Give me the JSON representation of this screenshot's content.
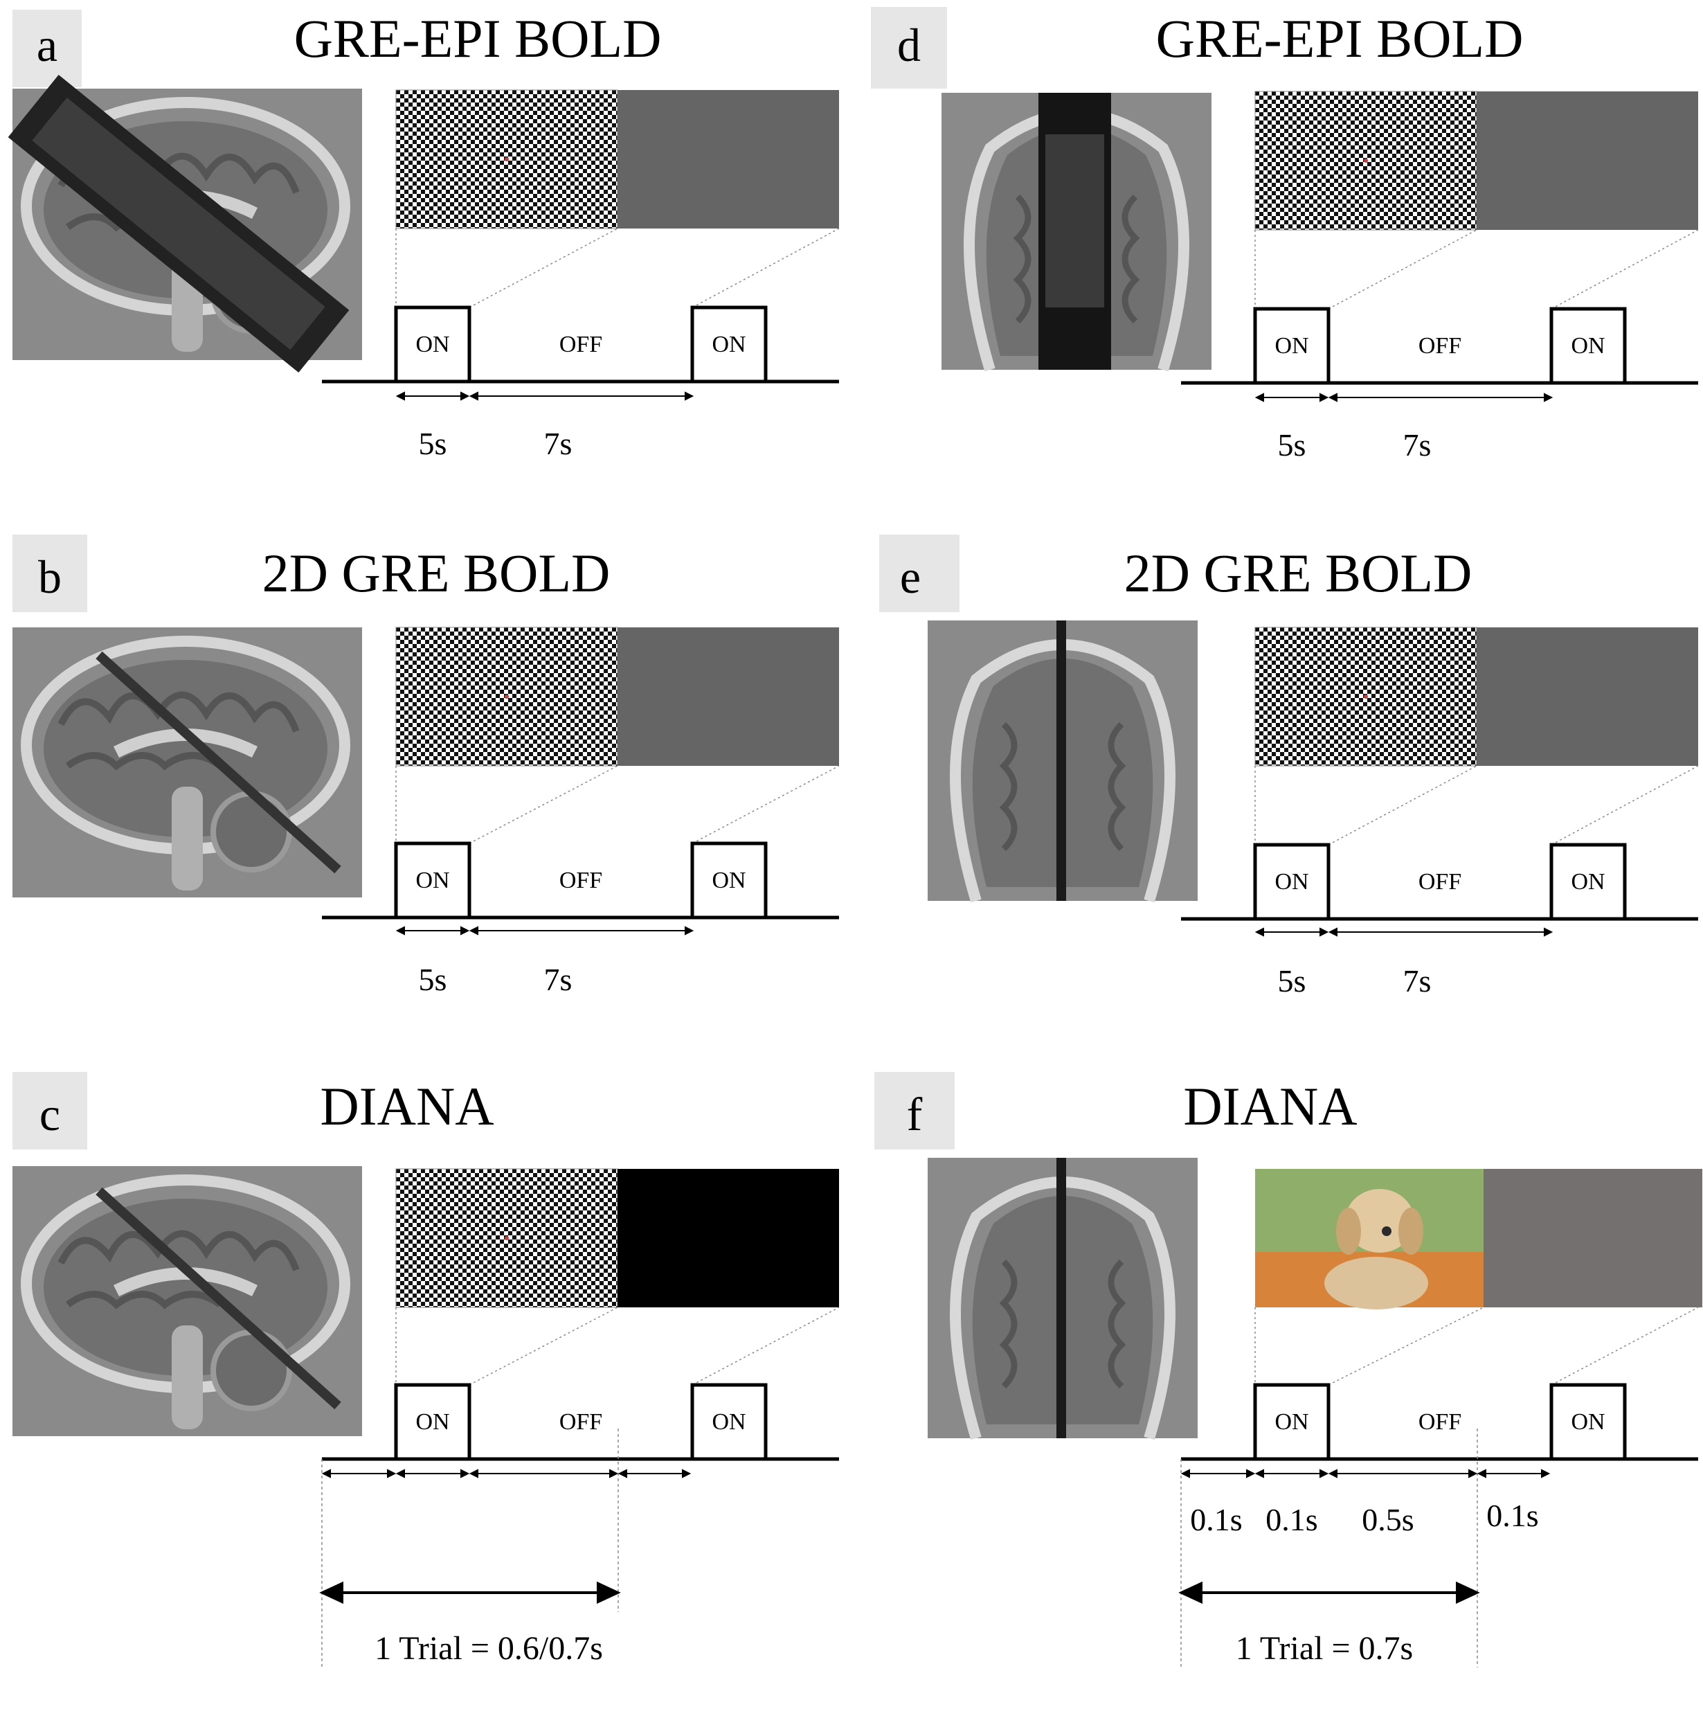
{
  "panels": [
    {
      "id": "a",
      "letter": "a",
      "title": "GRE-EPI BOLD",
      "view": "sagittal",
      "coverage": "wide-slab",
      "stimulus": "checkerboard",
      "off_screen": "gray",
      "colors": {
        "off_screen": "#656565"
      },
      "blocks": [
        "ON",
        "OFF",
        "ON"
      ],
      "timing_type": "block",
      "durations": [
        "5s",
        "7s"
      ]
    },
    {
      "id": "b",
      "letter": "b",
      "title": "2D GRE BOLD",
      "view": "sagittal",
      "coverage": "thin-line",
      "stimulus": "checkerboard",
      "off_screen": "gray",
      "colors": {
        "off_screen": "#656565"
      },
      "blocks": [
        "ON",
        "OFF",
        "ON"
      ],
      "timing_type": "block",
      "durations": [
        "5s",
        "7s"
      ]
    },
    {
      "id": "c",
      "letter": "c",
      "title": "DIANA",
      "view": "sagittal",
      "coverage": "thin-line",
      "stimulus": "checkerboard",
      "off_screen": "black",
      "colors": {
        "off_screen": "#000000"
      },
      "blocks": [
        "ON",
        "OFF",
        "ON"
      ],
      "timing_type": "trial",
      "durations": [
        "",
        "",
        "",
        ""
      ],
      "trial_label": "1 Trial = 0.6/0.7s"
    },
    {
      "id": "d",
      "letter": "d",
      "title": "GRE-EPI BOLD",
      "view": "coronal",
      "coverage": "wide-slab",
      "stimulus": "checkerboard",
      "off_screen": "gray",
      "colors": {
        "off_screen": "#656565"
      },
      "blocks": [
        "ON",
        "OFF",
        "ON"
      ],
      "timing_type": "block",
      "durations": [
        "5s",
        "7s"
      ]
    },
    {
      "id": "e",
      "letter": "e",
      "title": "2D GRE BOLD",
      "view": "coronal",
      "coverage": "thin-line",
      "stimulus": "checkerboard",
      "off_screen": "gray",
      "colors": {
        "off_screen": "#656565"
      },
      "blocks": [
        "ON",
        "OFF",
        "ON"
      ],
      "timing_type": "block",
      "durations": [
        "5s",
        "7s"
      ]
    },
    {
      "id": "f",
      "letter": "f",
      "title": "DIANA",
      "view": "coronal",
      "coverage": "thin-line",
      "stimulus": "puppy-photo",
      "off_screen": "gray",
      "colors": {
        "off_screen": "#747070"
      },
      "blocks": [
        "ON",
        "OFF",
        "ON"
      ],
      "timing_type": "trial",
      "durations": [
        "0.1s",
        "0.1s",
        "0.5s",
        "0.1s"
      ],
      "trial_label": "1 Trial = 0.7s"
    }
  ]
}
